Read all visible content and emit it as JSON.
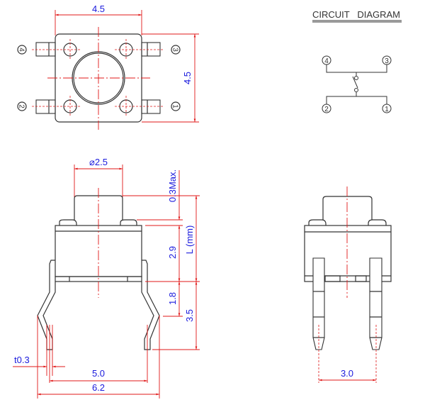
{
  "top_view": {
    "width_dim": "4.5",
    "height_dim": "4.5",
    "pins": [
      "4",
      "3",
      "2",
      "1"
    ]
  },
  "front_view": {
    "button_dia": "⌀2.5",
    "overtravel": "0.3Max.",
    "body_height": "2.9",
    "lead_bend": "1.8",
    "total_height": "L (mm)",
    "lead_length": "3.5",
    "thickness": "t0.3",
    "inner_span": "5.0",
    "outer_span": "6.2"
  },
  "side_view": {
    "pin_pitch": "3.0"
  },
  "circuit": {
    "title": "CIRCUIT   DIAGRAM",
    "pins": [
      "4",
      "3",
      "2",
      "1"
    ]
  },
  "colors": {
    "outline": "#333333",
    "dimension": "#e01818",
    "dim_text": "#1a1add"
  }
}
